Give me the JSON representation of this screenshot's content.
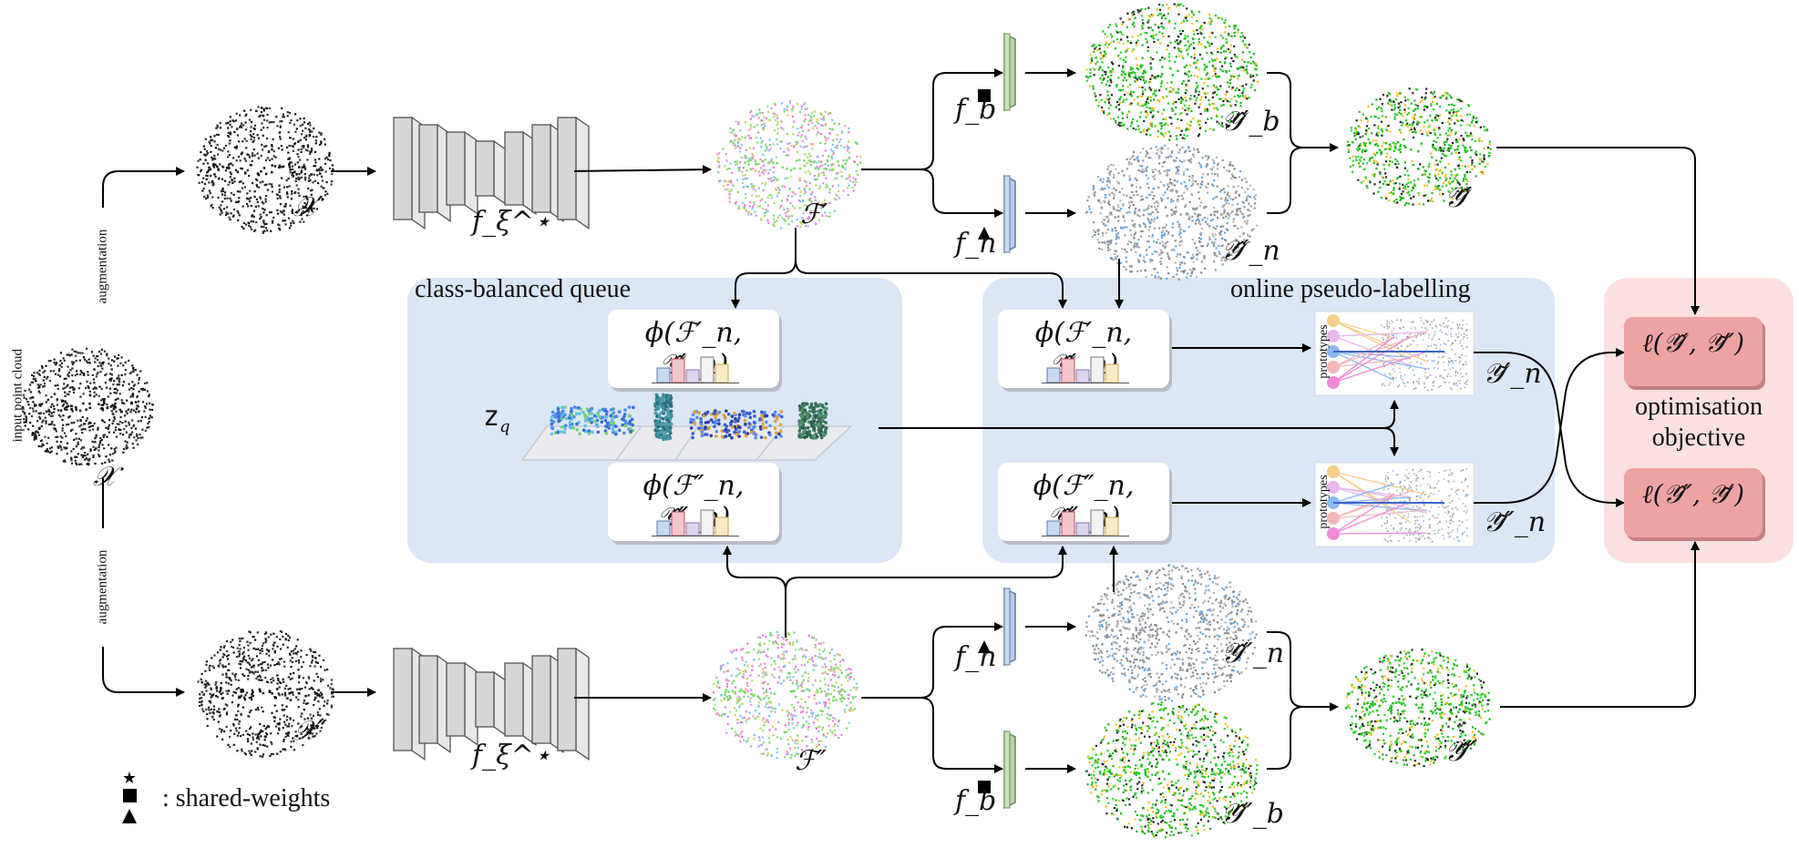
{
  "input_label": "input point cloud",
  "aug_top": "augmentation",
  "aug_bottom": "augmentation",
  "x": "𝒳",
  "x1": "𝒳′",
  "x2": "𝒳″",
  "enc1": "f_ξ^⋆",
  "enc2": "f_ξ^⋆",
  "f1": "ℱ′",
  "f2": "ℱ″",
  "fb_top": "f_b",
  "fn_top": "f_n",
  "fn_bot": "f_n",
  "fb_bot": "f_b",
  "yb1": "𝒴̂′_b",
  "yn1": "𝒴̂′_n",
  "y1": "𝒴̂′",
  "yn2": "𝒴̂″_n",
  "yb2": "𝒴̂″_b",
  "y2": "𝒴̂″",
  "queue_title": "class-balanced queue",
  "pseudo_title": "online pseudo-labelling",
  "phi_q1": "ϕ(ℱ′_n, 𝒴̂′_n)",
  "phi_q2": "ϕ(ℱ″_n, 𝒴̂″_n)",
  "phi_p1": "ϕ(ℱ′_n, 𝒴̂′_n)",
  "phi_p2": "ϕ(ℱ″_n, 𝒴̂″_n)",
  "zq": "z",
  "zq_sub": "q",
  "prototypes": "prototypes",
  "yt1": "𝒴̃′_n",
  "yt2": "𝒴̃″_n",
  "loss1": "ℓ(𝒴̂′, 𝒴̃″)",
  "loss2": "ℓ(𝒴̂″, 𝒴̃′)",
  "objective_line1": "optimisation",
  "objective_line2": "objective",
  "legend_text": ": shared-weights",
  "colors": {
    "queue_bg": "#dbe6f6",
    "pseudo_bg": "#dbe6f6",
    "objective_bg": "#fbe0e0",
    "loss": "#eea3a3",
    "head_b": "#b7d5a6",
    "head_n": "#b7cde8",
    "encoder": "#d9d9d9"
  }
}
